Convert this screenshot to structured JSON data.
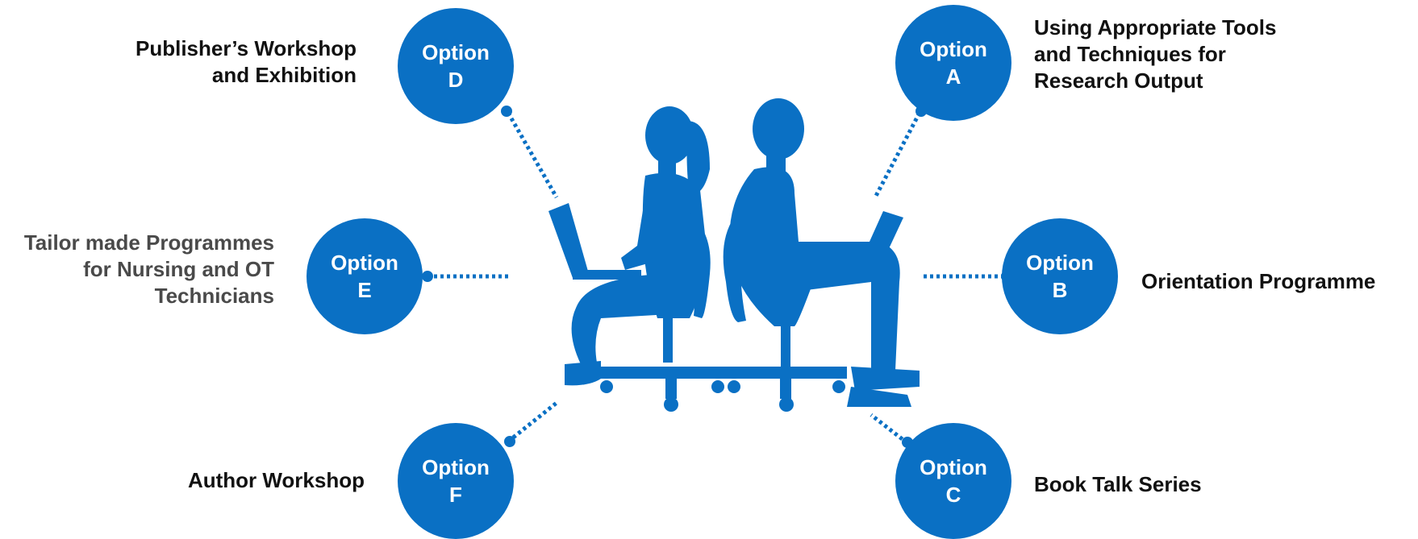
{
  "colors": {
    "accent": "#0a70c4",
    "text": "#111111",
    "muted_text": "#4a4a4a"
  },
  "options": {
    "a": {
      "word": "Option",
      "letter": "A",
      "text": "Using Appropriate Tools and Techniques for Research Output"
    },
    "b": {
      "word": "Option",
      "letter": "B",
      "text": "Orientation Programme"
    },
    "c": {
      "word": "Option",
      "letter": "C",
      "text": "Book Talk Series"
    },
    "d": {
      "word": "Option",
      "letter": "D",
      "text": "Publisher’s Workshop and Exhibition"
    },
    "e": {
      "word": "Option",
      "letter": "E",
      "text": "Tailor made Programmes for Nursing and OT Technicians"
    },
    "f": {
      "word": "Option",
      "letter": "F",
      "text": "Author Workshop"
    }
  }
}
